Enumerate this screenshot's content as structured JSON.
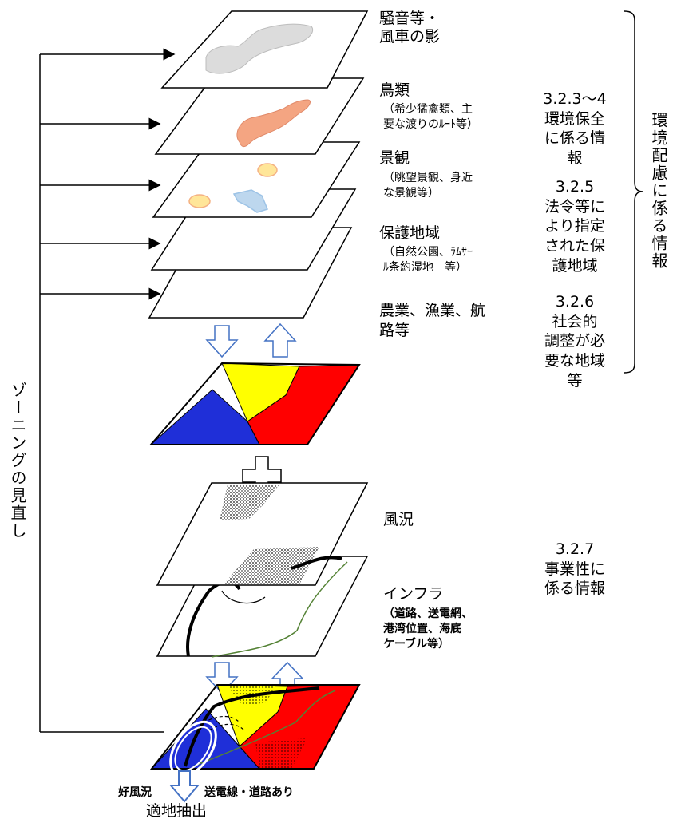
{
  "layers": {
    "noise": {
      "title": "騒音等・\n風車の影"
    },
    "birds": {
      "title": "鳥類",
      "sub": "（希少猛禽類、主\n要な渡りのﾙｰﾄ等）"
    },
    "landscape": {
      "title": "景観",
      "sub": "（眺望景観、身近\nな景観等）"
    },
    "protected": {
      "title": "保護地域",
      "sub": "（自然公園、ﾗﾑｻｰ\nﾙ条約湿地　等）"
    },
    "agri": {
      "title": "農業、漁業、航\n路等"
    },
    "wind": {
      "title": "風況"
    },
    "infra": {
      "title": "インフラ",
      "sub": "（道路、送電網、\n港湾位置、海底\nケーブル等）"
    }
  },
  "sections": {
    "s1": "3.2.3〜4\n環境保全\nに係る情\n報",
    "s2": "3.2.5\n法令等に\nより指定\nされた保\n護地域",
    "s3": "3.2.6\n社会的\n調整が必\n要な地域\n等",
    "s4": "3.2.7\n事業性に\n係る情報"
  },
  "side": {
    "right": "環境配慮に係る情報",
    "left": "ゾーニングの見直し"
  },
  "bottom": {
    "good_wind": "好風況",
    "grid_road": "送電線・道路あり",
    "result": "適地抽出"
  },
  "colors": {
    "yellow": "#ffff00",
    "red": "#ff0000",
    "blue": "#1f2fd8",
    "bird": "#f4a582",
    "noise": "#dcdcdc",
    "spot_yellow": "#ffe699",
    "spot_blue": "#bdd7ee",
    "arrow": "#4472c4",
    "green_line": "#548235"
  }
}
